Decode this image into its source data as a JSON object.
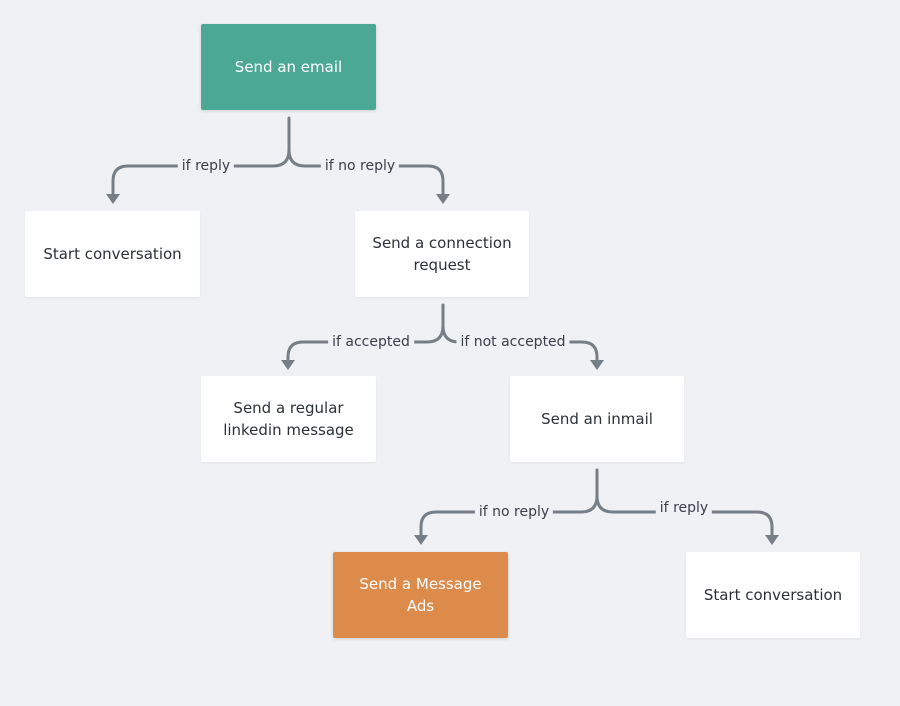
{
  "diagram": {
    "nodes": {
      "send_email": "Send an email",
      "start_conversation_1": "Start conversation",
      "send_connection_request": "Send a connection request",
      "send_regular_linkedin_message": "Send a regular linkedin message",
      "send_inmail": "Send an inmail",
      "send_message_ads": "Send a Message Ads",
      "start_conversation_2": "Start conversation"
    },
    "edges": {
      "email_if_reply": "if reply",
      "email_if_no_reply": "if no reply",
      "connection_if_accepted": "if accepted",
      "connection_if_not_accepted": "if not accepted",
      "inmail_if_no_reply": "if no reply",
      "inmail_if_reply": "if reply"
    },
    "colors": {
      "start_node": "#4aa894",
      "highlight_node": "#dd8b4a",
      "connector": "#767e88",
      "background": "#eff1f4"
    }
  }
}
